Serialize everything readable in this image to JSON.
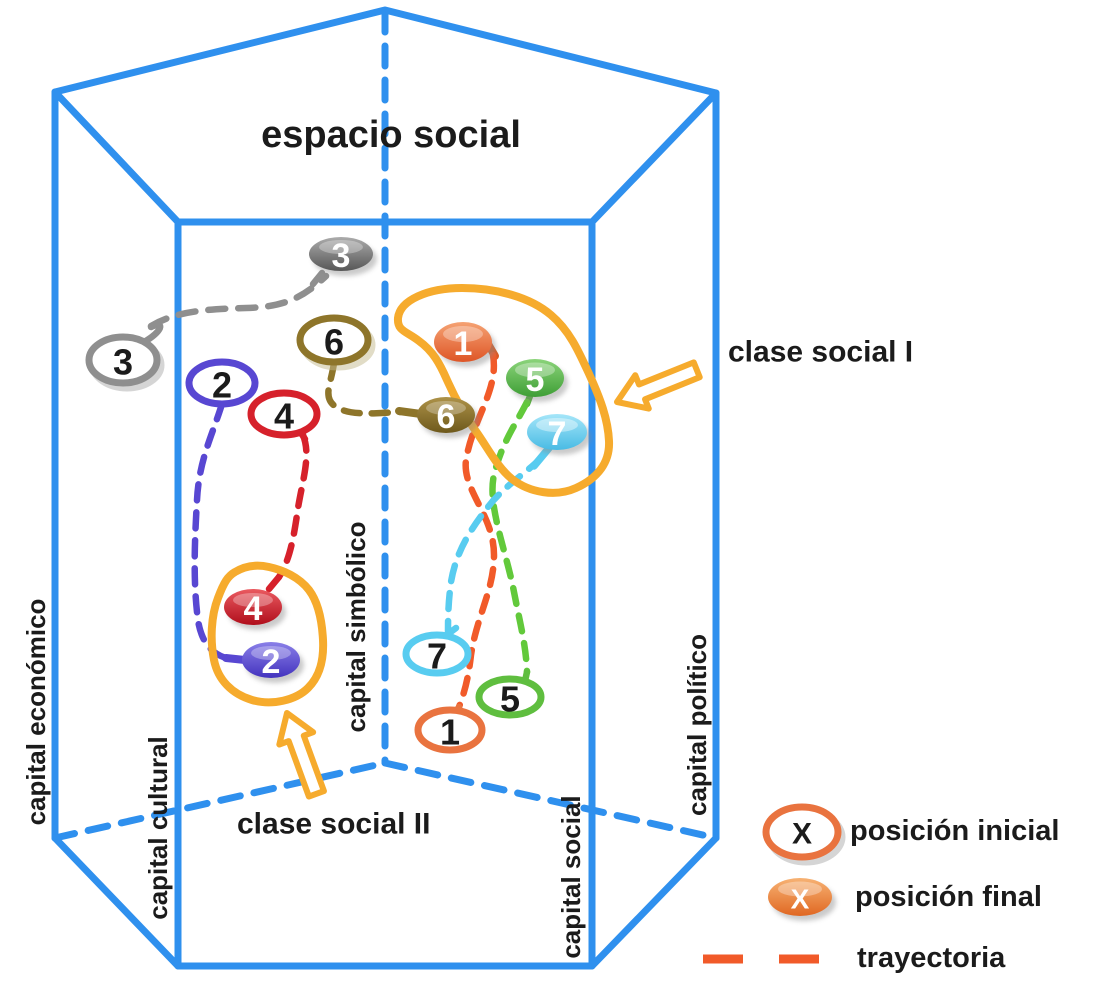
{
  "title": "espacio social",
  "class_annotations": [
    {
      "label": "clase social I"
    },
    {
      "label": "clase social II"
    }
  ],
  "axes": [
    {
      "id": "economico",
      "label": "capital económico"
    },
    {
      "id": "cultural",
      "label": "capital cultural"
    },
    {
      "id": "simbolico",
      "label": "capital simbólico"
    },
    {
      "id": "social",
      "label": "capital social"
    },
    {
      "id": "politico",
      "label": "capital político"
    }
  ],
  "people": [
    {
      "id": "1",
      "color": "#E9733F"
    },
    {
      "id": "2",
      "color": "#5847D2"
    },
    {
      "id": "3",
      "color": "#8F8F8F"
    },
    {
      "id": "4",
      "color": "#D6212B"
    },
    {
      "id": "5",
      "color": "#5FBE3F"
    },
    {
      "id": "6",
      "color": "#8E752A"
    },
    {
      "id": "7",
      "color": "#58CCF0"
    }
  ],
  "legend": {
    "initial_label": "posición  inicial",
    "final_label": "posición  final",
    "trajectory_label": "trayectoria",
    "marker_symbol": "X"
  },
  "colors": {
    "frame_blue": "#2F90EE",
    "annotation_orange": "#F6AB2D",
    "trajectory_orange": "#F15A29",
    "text_dark": "#1B1B1B"
  }
}
